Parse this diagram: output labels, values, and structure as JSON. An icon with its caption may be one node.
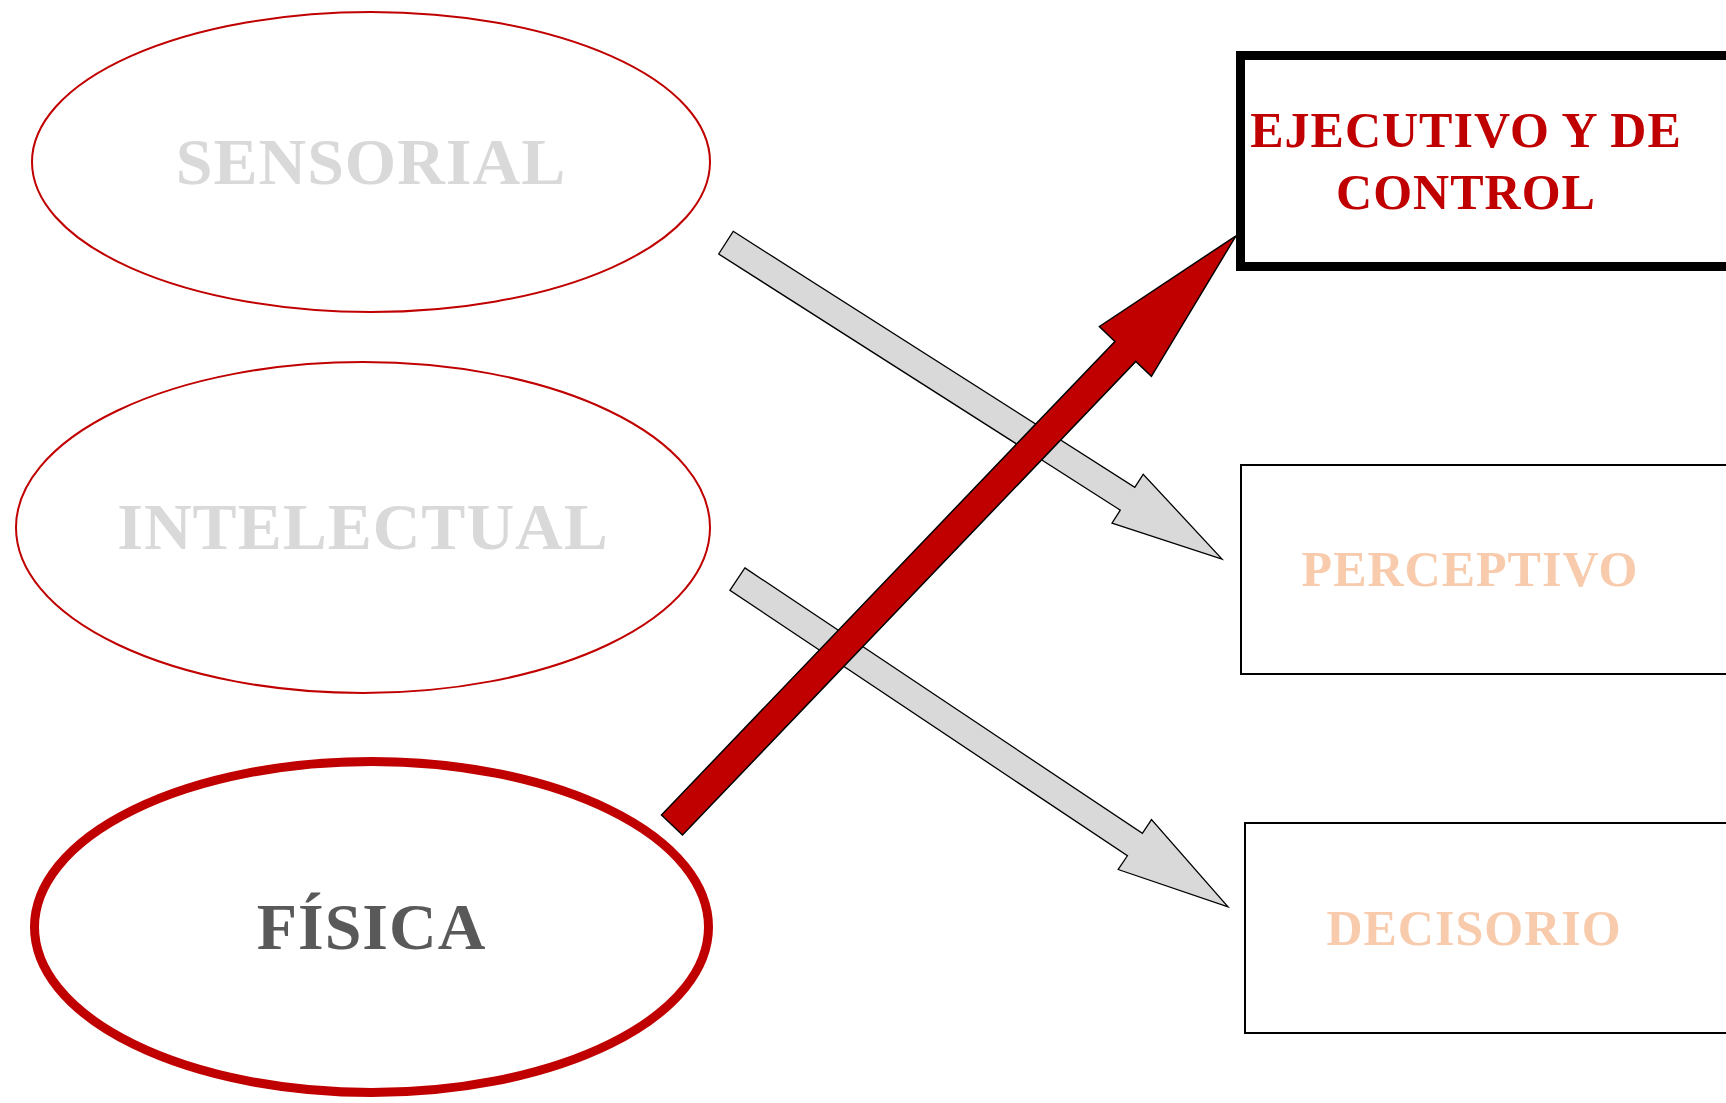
{
  "diagram": {
    "nodes": [
      {
        "text": [
          "SENSORIAL"
        ]
      },
      {
        "text": [
          "INTELECTUAL"
        ]
      },
      {
        "text": [
          "FÍSICA"
        ]
      },
      {
        "text": [
          "EJECUTIVO Y DE CONTROL"
        ]
      },
      {
        "text": [
          "PERCEPTIVO"
        ]
      },
      {
        "text": [
          "DECISORIO"
        ]
      }
    ],
    "edges": [
      {
        "from": 0,
        "to": 4,
        "arrow": "to"
      },
      {
        "from": 1,
        "to": 5,
        "arrow": "to"
      },
      {
        "from": 2,
        "to": 3,
        "arrow": "to",
        "style": "thick",
        "color": "#c00000"
      }
    ]
  }
}
